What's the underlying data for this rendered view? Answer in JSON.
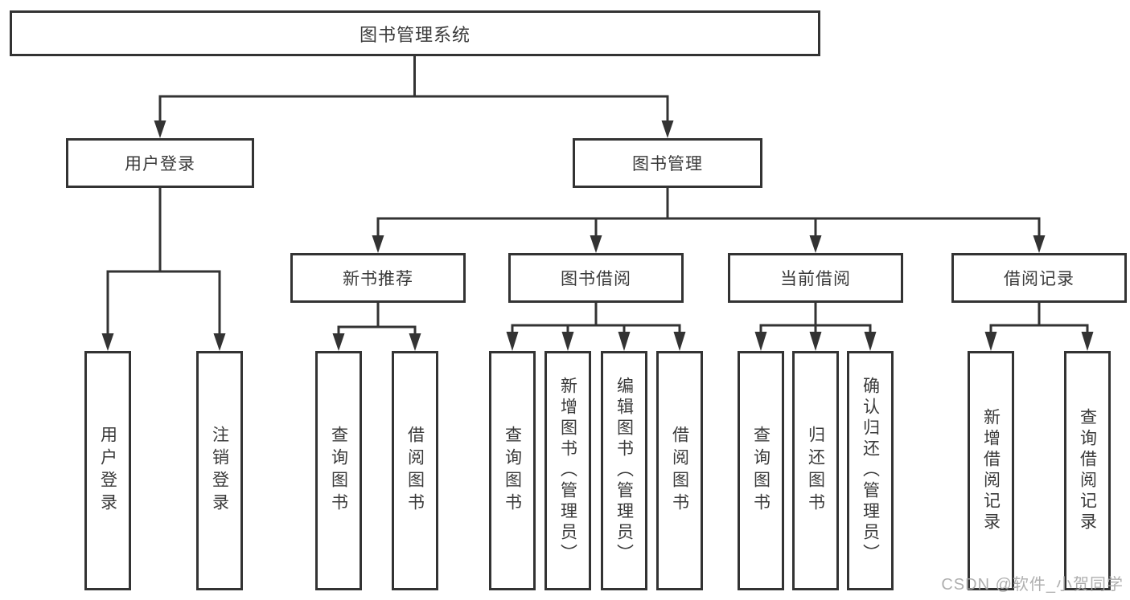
{
  "nodes": {
    "root": "图书管理系统",
    "level2": [
      "用户登录",
      "图书管理"
    ],
    "level3": [
      "新书推荐",
      "图书借阅",
      "当前借阅",
      "借阅记录"
    ],
    "leaves": {
      "login": [
        "用户登录",
        "注销登录"
      ],
      "recommend": [
        "查询图书",
        "借阅图书"
      ],
      "borrow": [
        "查询图书",
        "新增图书（管理员）",
        "编辑图书（管理员）",
        "借阅图书"
      ],
      "current": [
        "查询图书",
        "归还图书",
        "确认归还（管理员）"
      ],
      "records": [
        "新增借阅记录",
        "查询借阅记录"
      ]
    }
  },
  "watermark": "CSDN @软件_小贺同学",
  "colors": {
    "line": "#333333",
    "text": "#3a3a3a",
    "watermark": "#a8a8a8"
  }
}
